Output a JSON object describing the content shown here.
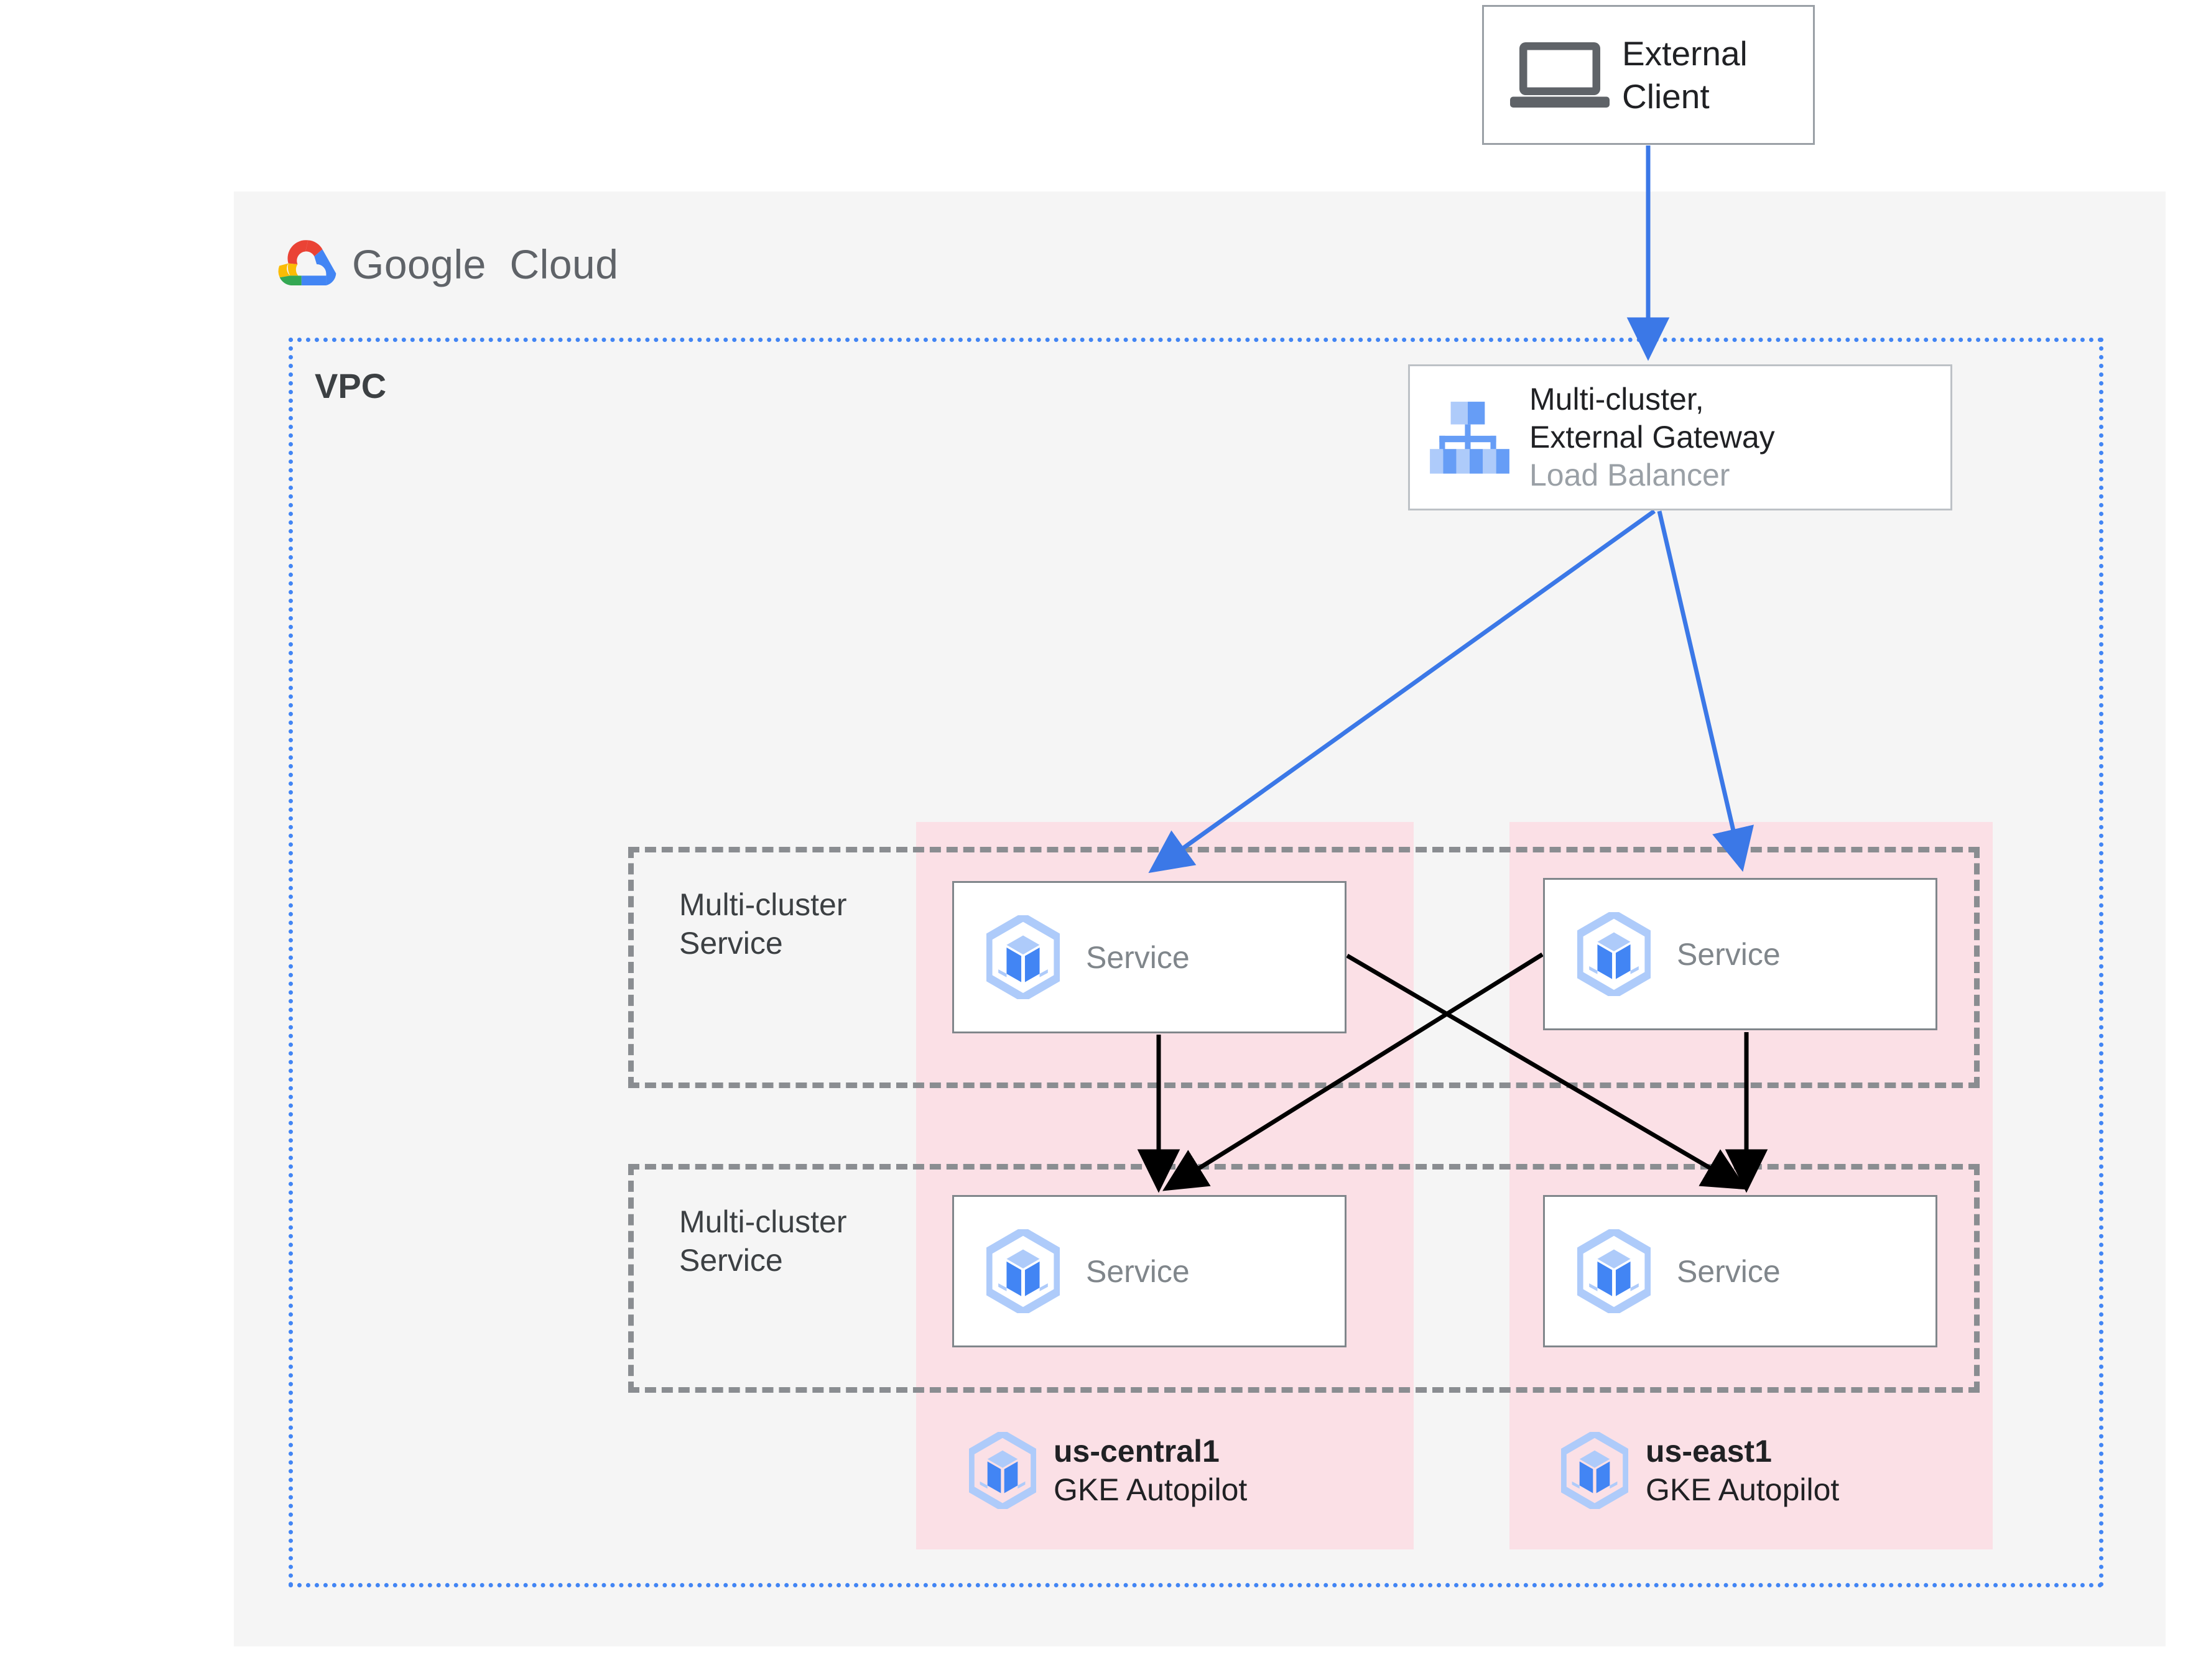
{
  "external_client": {
    "label_line1": "External",
    "label_line2": "Client",
    "icon": "laptop-icon"
  },
  "google_cloud": {
    "brand_word1": "Google",
    "brand_word2": "Cloud",
    "logo_icon": "google-cloud-logo-icon",
    "colors": {
      "red": "#EA4335",
      "yellow": "#FBBC05",
      "green": "#34A853",
      "blue": "#4285F4",
      "panel_bg": "#F5F5F5"
    }
  },
  "vpc": {
    "label": "VPC",
    "border_color": "#4285F4"
  },
  "load_balancer": {
    "title_line1": "Multi-cluster,",
    "title_line2": "External Gateway",
    "subtitle": "Load Balancer",
    "icon": "load-balancer-icon"
  },
  "multi_cluster_services": [
    {
      "label_line1": "Multi-cluster",
      "label_line2": "Service"
    },
    {
      "label_line1": "Multi-cluster",
      "label_line2": "Service"
    }
  ],
  "services": [
    {
      "label": "Service",
      "icon": "gke-service-icon",
      "cluster": "us-central1",
      "row": "top"
    },
    {
      "label": "Service",
      "icon": "gke-service-icon",
      "cluster": "us-east1",
      "row": "top"
    },
    {
      "label": "Service",
      "icon": "gke-service-icon",
      "cluster": "us-central1",
      "row": "bottom"
    },
    {
      "label": "Service",
      "icon": "gke-service-icon",
      "cluster": "us-east1",
      "row": "bottom"
    }
  ],
  "clusters": [
    {
      "name": "us-central1",
      "type": "GKE Autopilot",
      "icon": "gke-service-icon",
      "region_bg": "#FBE0E6"
    },
    {
      "name": "us-east1",
      "type": "GKE Autopilot",
      "icon": "gke-service-icon",
      "region_bg": "#FBE0E6"
    }
  ],
  "connections": {
    "client_to_lb": {
      "color": "#4285F4"
    },
    "lb_to_services": {
      "color": "#4285F4"
    },
    "service_to_service": {
      "color": "#000000"
    }
  }
}
